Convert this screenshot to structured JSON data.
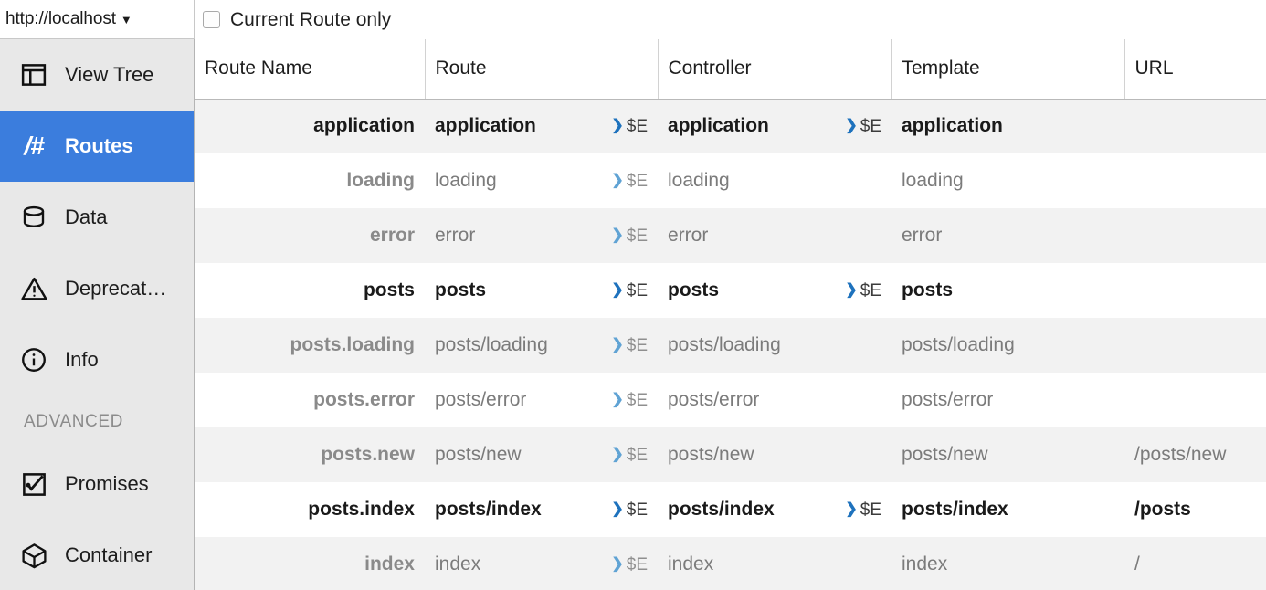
{
  "topbar": {
    "host": "http://localhost",
    "host_caret": "▼",
    "filter_checkbox_label": "Current Route only",
    "filter_checked": false
  },
  "sidebar": {
    "items": [
      {
        "id": "view-tree",
        "label": "View Tree",
        "icon": "view-tree-icon",
        "selected": false
      },
      {
        "id": "routes",
        "label": "Routes",
        "icon": "routes-hash-icon",
        "selected": true
      },
      {
        "id": "data",
        "label": "Data",
        "icon": "database-icon",
        "selected": false
      },
      {
        "id": "deprecations",
        "label": "Deprecat…",
        "icon": "warning-icon",
        "selected": false
      },
      {
        "id": "info",
        "label": "Info",
        "icon": "info-icon",
        "selected": false
      }
    ],
    "section_label": "ADVANCED",
    "advanced_items": [
      {
        "id": "promises",
        "label": "Promises",
        "icon": "promise-check-icon",
        "selected": false
      },
      {
        "id": "container",
        "label": "Container",
        "icon": "cube-icon",
        "selected": false
      }
    ],
    "routes_glyph": "/#"
  },
  "table": {
    "columns": [
      "Route Name",
      "Route",
      "Controller",
      "Template",
      "URL"
    ],
    "inspect_label": "$E",
    "inspect_chevron": "❯",
    "rows": [
      {
        "name": "application",
        "name_indent": 0,
        "current": true,
        "route": "application",
        "route_inspect": true,
        "controller": "application",
        "controller_inspect": true,
        "template": "application",
        "template_inspect": false,
        "url": ""
      },
      {
        "name": "loading",
        "name_indent": 1,
        "current": false,
        "route": "loading",
        "route_inspect": true,
        "controller": "loading",
        "controller_inspect": false,
        "template": "loading",
        "template_inspect": false,
        "url": ""
      },
      {
        "name": "error",
        "name_indent": 1,
        "current": false,
        "route": "error",
        "route_inspect": true,
        "controller": "error",
        "controller_inspect": false,
        "template": "error",
        "template_inspect": false,
        "url": ""
      },
      {
        "name": "posts",
        "name_indent": 1,
        "current": true,
        "route": "posts",
        "route_inspect": true,
        "controller": "posts",
        "controller_inspect": true,
        "template": "posts",
        "template_inspect": false,
        "url": ""
      },
      {
        "name": "posts.loading",
        "name_indent": 2,
        "current": false,
        "route": "posts/loading",
        "route_inspect": true,
        "controller": "posts/loading",
        "controller_inspect": false,
        "template": "posts/loading",
        "template_inspect": false,
        "url": ""
      },
      {
        "name": "posts.error",
        "name_indent": 2,
        "current": false,
        "route": "posts/error",
        "route_inspect": true,
        "controller": "posts/error",
        "controller_inspect": false,
        "template": "posts/error",
        "template_inspect": false,
        "url": ""
      },
      {
        "name": "posts.new",
        "name_indent": 2,
        "current": false,
        "route": "posts/new",
        "route_inspect": true,
        "controller": "posts/new",
        "controller_inspect": false,
        "template": "posts/new",
        "template_inspect": false,
        "url": "/posts/new"
      },
      {
        "name": "posts.index",
        "name_indent": 2,
        "current": true,
        "route": "posts/index",
        "route_inspect": true,
        "controller": "posts/index",
        "controller_inspect": true,
        "template": "posts/index",
        "template_inspect": false,
        "url": "/posts"
      },
      {
        "name": "index",
        "name_indent": 1,
        "current": false,
        "route": "index",
        "route_inspect": true,
        "controller": "index",
        "controller_inspect": false,
        "template": "index",
        "template_inspect": false,
        "url": "/"
      }
    ]
  },
  "colors": {
    "accent_blue": "#3b7ddd",
    "sidebar_bg": "#e8e8e8",
    "row_alt_bg": "#f2f2f2",
    "inspect_blue": "#2f7fc4"
  }
}
